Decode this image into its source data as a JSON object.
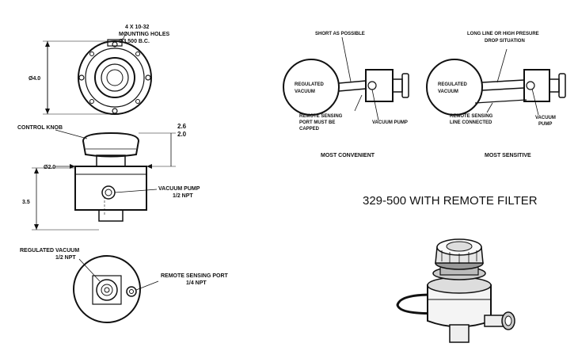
{
  "top_view": {
    "holes_line1": "4 X 10-32",
    "holes_line2": "MOUNTING HOLES",
    "holes_line3": "Ø3.500 B.C.",
    "diameter": "Ø4.0"
  },
  "side_view": {
    "control_knob": "CONTROL KNOB",
    "height_top": "2.6",
    "height_bottom": "2.0",
    "diameter": "Ø2.0",
    "height_total": "3.5",
    "vacuum_pump_line1": "VACUUM PUMP",
    "vacuum_pump_line2": "1/2 NPT"
  },
  "bottom_view": {
    "regulated_line1": "REGULATED VACUUM",
    "regulated_line2": "1/2 NPT",
    "remote_line1": "REMOTE SENSING PORT",
    "remote_line2": "1/4 NPT"
  },
  "convenient": {
    "short_label": "SHORT AS POSSIBLE",
    "vessel_line1": "REGULATED",
    "vessel_line2": "VACUUM",
    "remote_line1": "REMOTE SENSING",
    "remote_line2": "PORT MUST BE",
    "remote_line3": "CAPPED",
    "pump_label": "VACUUM PUMP",
    "caption": "MOST CONVENIENT"
  },
  "sensitive": {
    "long_line1": "LONG LINE OR HIGH PRESURE",
    "long_line2": "DROP SITUATION",
    "vessel_line1": "REGULATED",
    "vessel_line2": "VACUUM",
    "remote_line1": "REMOTE SENSING",
    "remote_line2": "LINE CONNECTED",
    "pump_line1": "VACUUM",
    "pump_line2": "PUMP",
    "caption": "MOST SENSITIVE"
  },
  "filter_title": "329-500 WITH REMOTE FILTER"
}
